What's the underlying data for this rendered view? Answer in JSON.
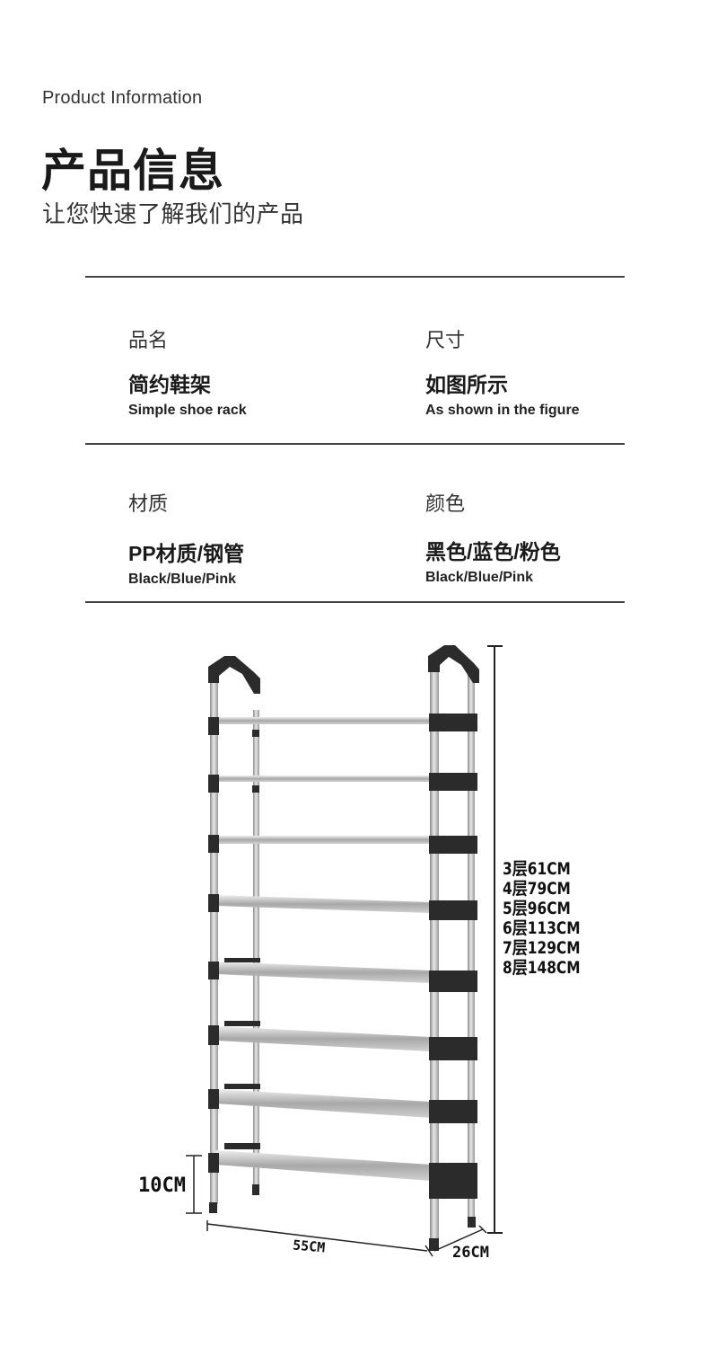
{
  "header": {
    "eyebrow": "Product Information",
    "title": "产品信息",
    "subtitle": "让您快速了解我们的产品"
  },
  "specs": [
    {
      "label": "品名",
      "value": "简约鞋架",
      "value_en": "Simple shoe rack"
    },
    {
      "label": "尺寸",
      "value": "如图所示",
      "value_en": "As shown in the figure"
    },
    {
      "label": "材质",
      "value": "PP材质/钢管",
      "value_en": "Black/Blue/Pink"
    },
    {
      "label": "颜色",
      "value": "黑色/蓝色/粉色",
      "value_en": "Black/Blue/Pink"
    }
  ],
  "figure": {
    "tiers": 8,
    "heights": [
      "3层61CM",
      "4层79CM",
      "5层96CM",
      "6层113CM",
      "7层129CM",
      "8层148CM"
    ],
    "leg_height": "10CM",
    "width": "55CM",
    "depth": "26CM"
  },
  "colors": {
    "text": "#222222",
    "rule": "#444444",
    "plastic": "#2b2b2b",
    "steel": "#b8b8b8"
  }
}
